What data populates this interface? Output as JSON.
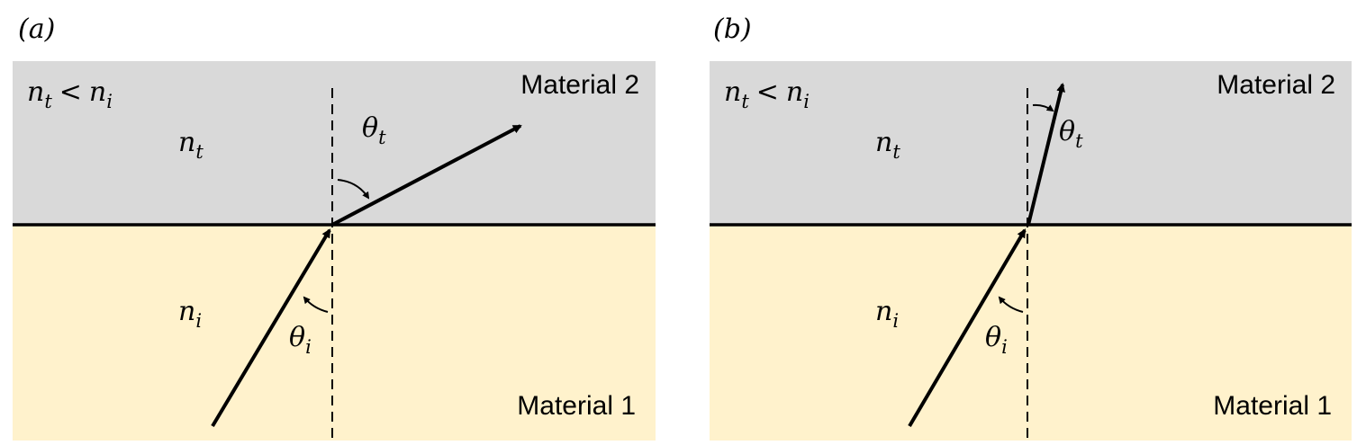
{
  "panels": [
    {
      "tag": "(a)",
      "condition": {
        "n1": "n",
        "s1": "t",
        "op": "<",
        "n2": "n",
        "s2": "i"
      },
      "upper_index": {
        "base": "n",
        "sub": "t"
      },
      "lower_index": {
        "base": "n",
        "sub": "i"
      },
      "upper_material": "Material 2",
      "lower_material": "Material 1",
      "transmitted_angle": {
        "base": "θ",
        "sub": "t"
      },
      "incident_angle": {
        "base": "θ",
        "sub": "i"
      }
    },
    {
      "tag": "(b)",
      "condition": {
        "n1": "n",
        "s1": "t",
        "op": "<",
        "n2": "n",
        "s2": "i"
      },
      "upper_index": {
        "base": "n",
        "sub": "t"
      },
      "lower_index": {
        "base": "n",
        "sub": "i"
      },
      "upper_material": "Material 2",
      "lower_material": "Material 1",
      "transmitted_angle": {
        "base": "θ",
        "sub": "t"
      },
      "incident_angle": {
        "base": "θ",
        "sub": "i"
      }
    }
  ],
  "colors": {
    "upper_medium": "#d9d9d9",
    "lower_medium": "#fff2cc",
    "lines": "#000000"
  }
}
